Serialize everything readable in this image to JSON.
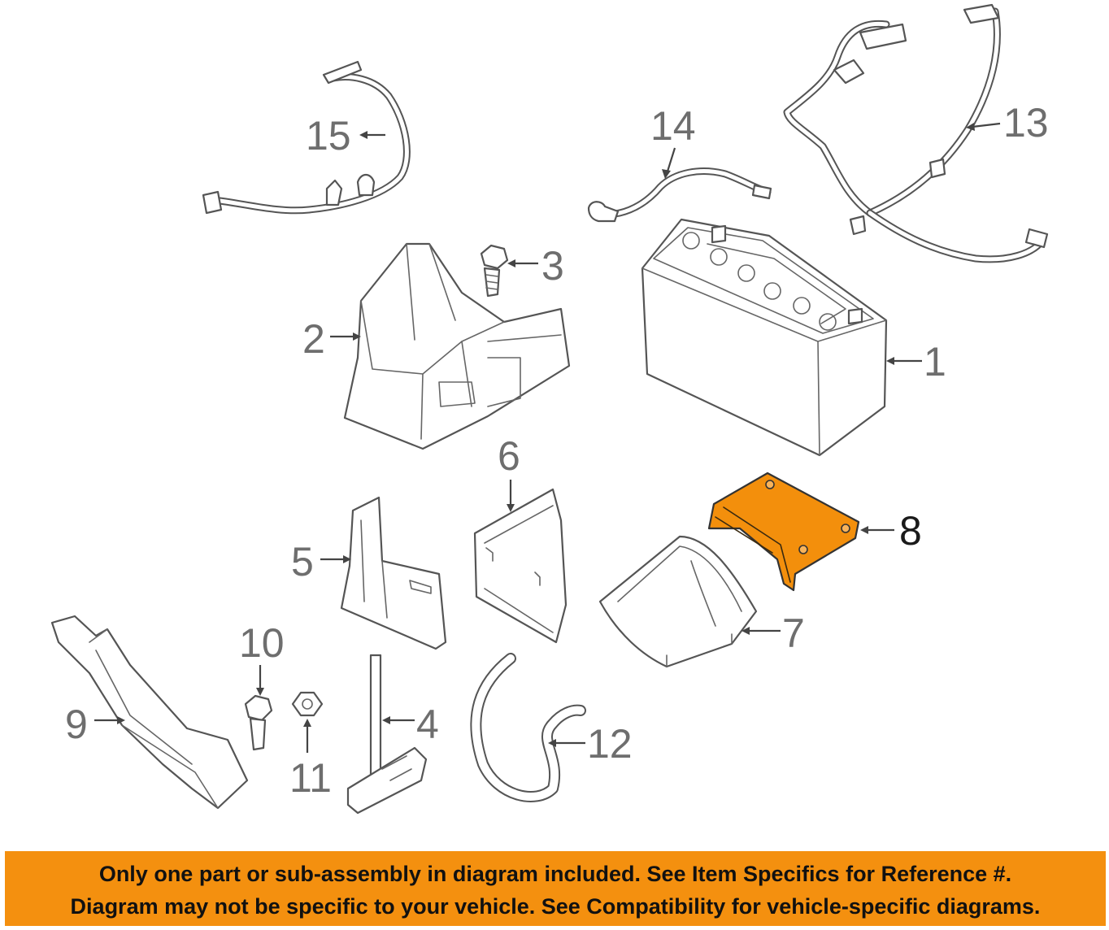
{
  "diagram": {
    "callouts": [
      "1",
      "2",
      "3",
      "4",
      "5",
      "6",
      "7",
      "8",
      "9",
      "10",
      "11",
      "12",
      "13",
      "14",
      "15"
    ],
    "highlighted_part": "8",
    "highlight_color": "#f38f0c"
  },
  "disclaimer": {
    "line1": "Only one part or sub-assembly in diagram included. See Item Specifics for Reference #.",
    "line2": "Diagram may not be specific to your vehicle. See Compatibility for vehicle-specific diagrams.",
    "background": "#f4900f"
  }
}
